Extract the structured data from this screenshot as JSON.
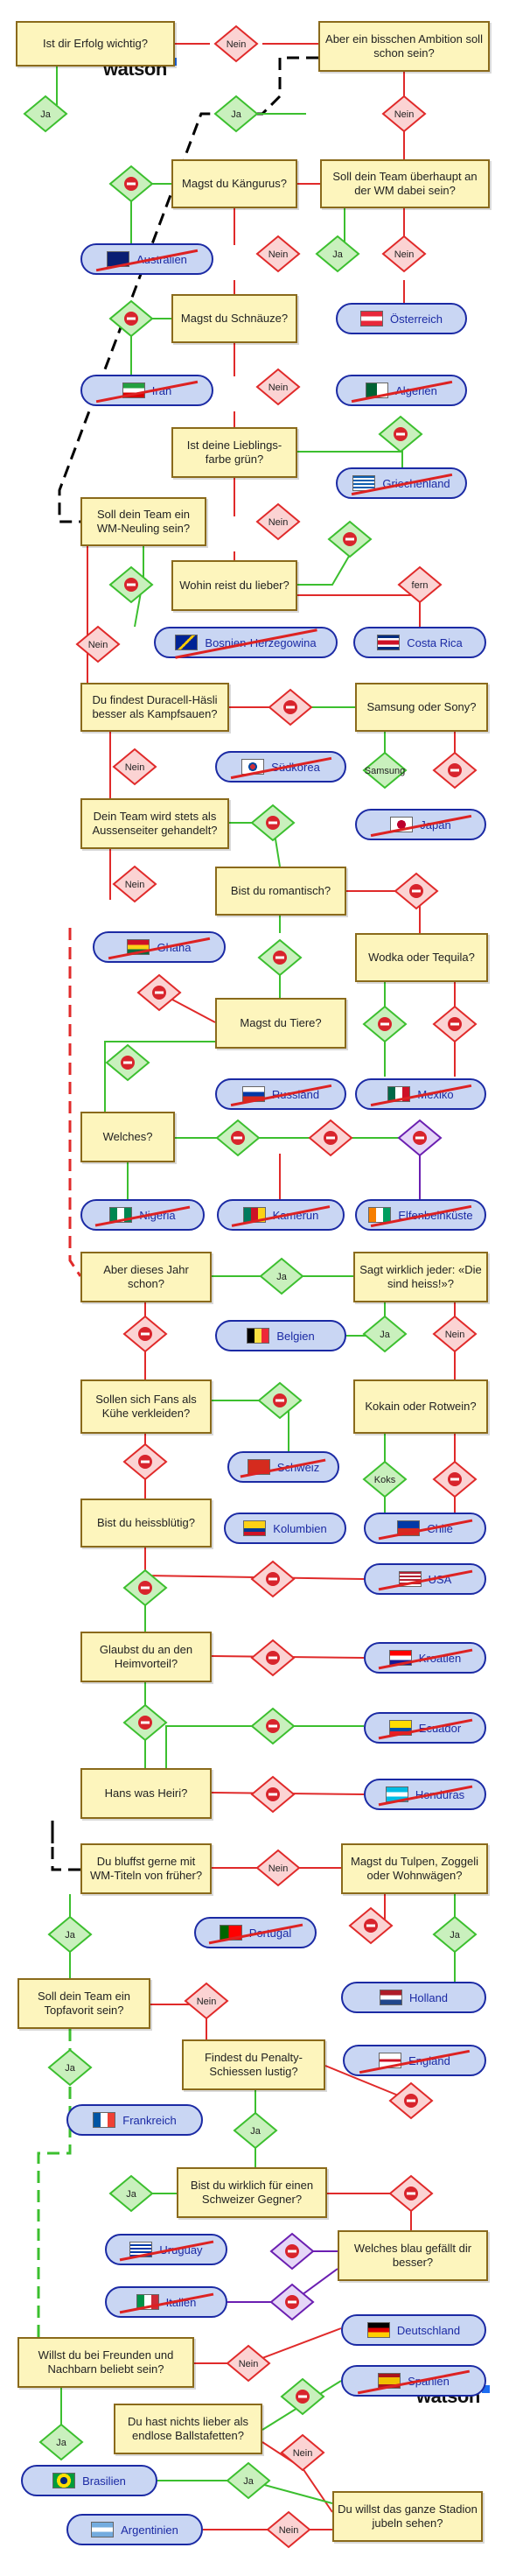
{
  "brand": "watson",
  "questions": {
    "q1": "Ist dir Erfolg wichtig?",
    "q2": "Aber ein bisschen Ambition soll schon sein?",
    "q3": "Magst du Kängurus?",
    "q4": "Soll dein Team überhaupt an der WM dabei sein?",
    "q5": "Magst du Schnäuze?",
    "q6": "Ist deine Lieblings-farbe grün?",
    "q7": "Soll dein Team ein WM-Neuling sein?",
    "q8": "Wohin reist du lieber?",
    "q9": "Du findest Duracell-Häsli besser als Kampfsauen?",
    "q10": "Samsung oder Sony?",
    "q11": "Dein Team wird stets als Aussenseiter gehandelt?",
    "q12": "Bist du romantisch?",
    "q13": "Wodka oder Tequila?",
    "q14": "Magst du Tiere?",
    "q15": "Welches?",
    "q16": "Aber dieses Jahr schon?",
    "q17": "Sagt wirklich jeder: «Die sind heiss!»?",
    "q18": "Sollen sich Fans als Kühe verkleiden?",
    "q19": "Kokain oder Rotwein?",
    "q20": "Bist du heissblütig?",
    "q21": "Glaubst du an den Heimvorteil?",
    "q22": "Hans was Heiri?",
    "q23": "Du bluffst gerne mit WM-Titeln von früher?",
    "q24": "Magst du Tulpen, Zoggeli oder Wohnwägen?",
    "q25": "Soll dein Team ein Topfavorit sein?",
    "q26": "Findest du Penalty-Schiessen lustig?",
    "q27": "Bist du wirklich für einen Schweizer Gegner?",
    "q28": "Welches blau gefällt dir besser?",
    "q29": "Willst du bei Freunden und Nachbarn beliebt sein?",
    "q30": "Du hast nichts lieber als endlose Ballstafetten?",
    "q31": "Du willst das ganze Stadion jubeln sehen?"
  },
  "answers": {
    "ja": "Ja",
    "nein": "Nein",
    "fern": "fern",
    "koks": "Koks",
    "samsung": "Samsung"
  },
  "results": {
    "australien": "Australien",
    "oesterreich": "Österreich",
    "iran": "Iran",
    "algerien": "Algerien",
    "griechenland": "Griechenland",
    "bosnien": "Bosnien-Herzegowina",
    "costarica": "Costa Rica",
    "suedkorea": "Südkorea",
    "japan": "Japan",
    "ghana": "Ghana",
    "russland": "Russland",
    "mexiko": "Mexiko",
    "nigeria": "Nigeria",
    "kamerun": "Kamerun",
    "elfenbeinkueste": "Elfenbeinküste",
    "belgien": "Belgien",
    "schweiz": "Schweiz",
    "kolumbien": "Kolumbien",
    "chile": "Chile",
    "usa": "USA",
    "kroatien": "Kroatien",
    "ecuador": "Ecuador",
    "honduras": "Honduras",
    "portugal": "Portugal",
    "holland": "Holland",
    "england": "England",
    "frankreich": "Frankreich",
    "uruguay": "Uruguay",
    "italien": "Italien",
    "deutschland": "Deutschland",
    "spanien": "Spanien",
    "brasilien": "Brasilien",
    "argentinien": "Argentinien"
  },
  "colors": {
    "yes": "#3cbf2f",
    "no": "#e02a2a",
    "question_fill": "#fdf5bd",
    "result_fill": "#c9d6f3",
    "result_border": "#1b2aa4",
    "connector_dashed": "#111111",
    "purple": "#6b1fb1"
  }
}
